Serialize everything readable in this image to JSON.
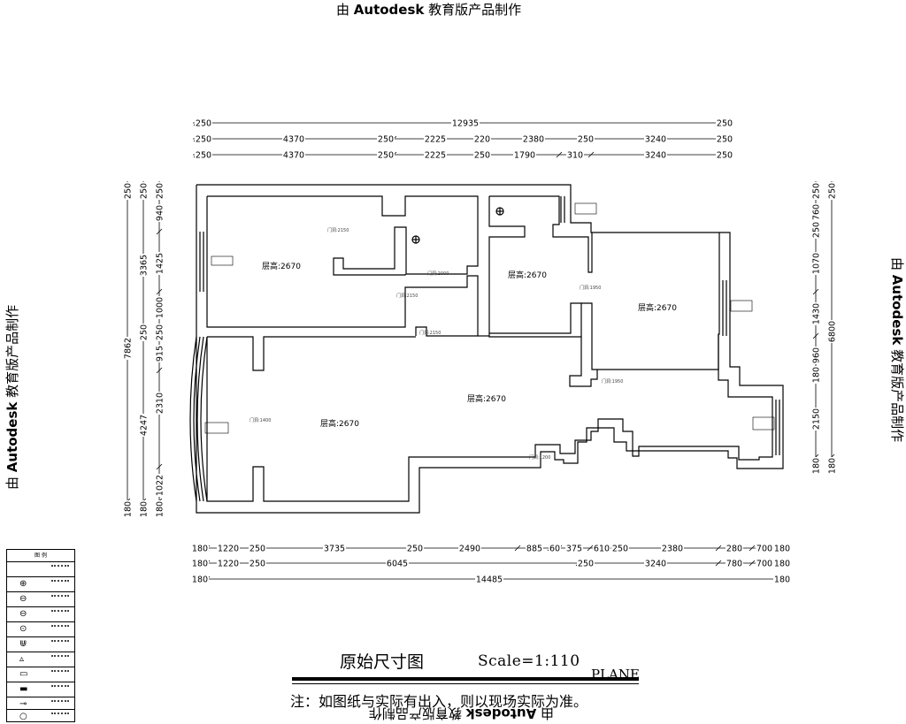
{
  "watermark": {
    "prefix": "由 ",
    "brand": "Autodesk",
    "suffix": " 教育版产品制作"
  },
  "title": {
    "main": "原始尺寸图",
    "scale": "Scale=1:110",
    "plane": "PLANE",
    "note": "注：如图纸与实际有出入，则以现场实际为准。"
  },
  "rooms": [
    {
      "label": "层高:2670"
    },
    {
      "label": "层高:2670"
    },
    {
      "label": "层高:2670"
    },
    {
      "label": "层高:2670"
    },
    {
      "label": "层高:2670"
    }
  ],
  "dimensions": {
    "top_row1": [
      "250",
      "12935",
      "250"
    ],
    "top_row2": [
      "250",
      "4370",
      "250",
      "2225",
      "220",
      "2380",
      "250",
      "3240",
      "250"
    ],
    "top_row3": [
      "250",
      "4370",
      "250",
      "2225",
      "250",
      "1790",
      "310",
      "3240",
      "250"
    ],
    "bottom_row1": [
      "180",
      "1220",
      "250",
      "3735",
      "250",
      "2490",
      "885",
      "60",
      "375",
      "610",
      "250",
      "2380",
      "280",
      "700",
      "180"
    ],
    "bottom_row2": [
      "180",
      "1220",
      "250",
      "6045",
      "250",
      "3240",
      "780",
      "700",
      "180"
    ],
    "bottom_row3": [
      "180",
      "14485",
      "180"
    ],
    "left_outer": [
      "250",
      "7862",
      "180"
    ],
    "left_mid": [
      "250",
      "3365",
      "250",
      "4247",
      "180"
    ],
    "left_inner": [
      "250",
      "940",
      "1425",
      "1000",
      "250",
      "915",
      "2310",
      "1022",
      "180"
    ],
    "right_inner": [
      "250",
      "760",
      "250",
      "1070",
      "1430",
      "180",
      "960",
      "2150",
      "180"
    ],
    "right_outer": [
      "250",
      "6800",
      "180"
    ]
  },
  "legend": {
    "header": "图 例"
  }
}
